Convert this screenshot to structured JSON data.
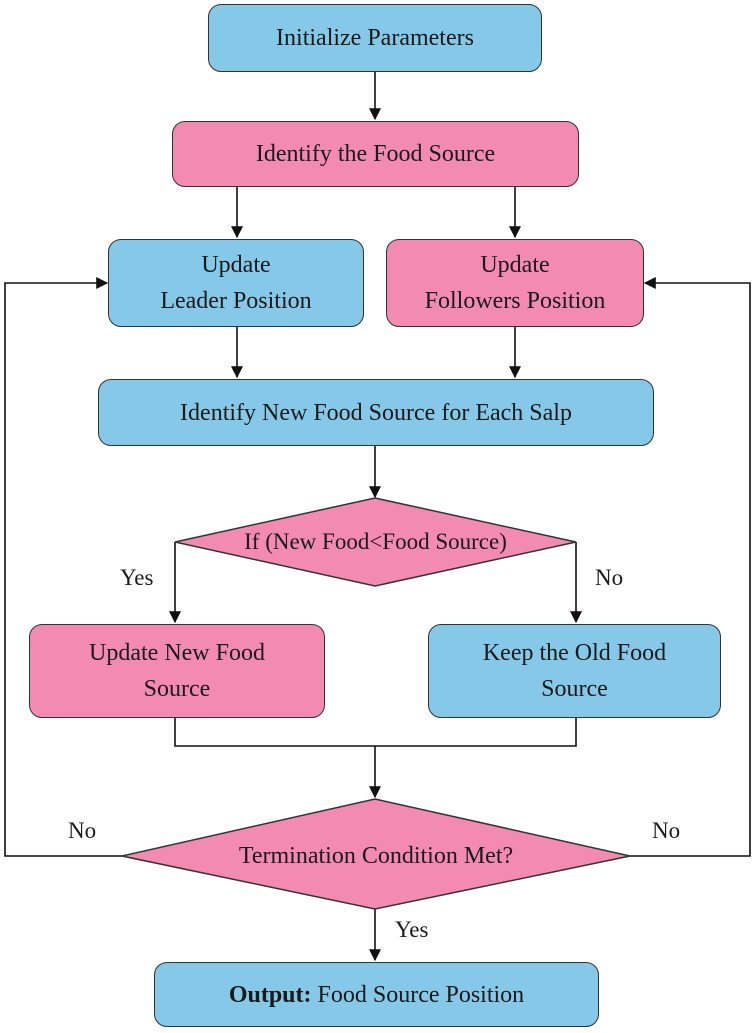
{
  "nodes": {
    "init": "Initialize Parameters",
    "identify": "Identify the Food Source",
    "leader_l1": "Update",
    "leader_l2": "Leader Position",
    "followers_l1": "Update",
    "followers_l2": "Followers Position",
    "new_source": "Identify New Food Source for Each Salp",
    "decision": "If (New Food<Food Source)",
    "update_new_l1": "Update New Food",
    "update_new_l2": "Source",
    "keep_old_l1": "Keep the Old Food",
    "keep_old_l2": "Source",
    "termination": "Termination Condition Met?",
    "output_bold": "Output:",
    "output_rest": " Food Source Position"
  },
  "labels": {
    "decision_yes": "Yes",
    "decision_no": "No",
    "term_no_left": "No",
    "term_no_right": "No",
    "term_yes": "Yes"
  },
  "colors": {
    "blue": "#86c8e8",
    "pink": "#f38bb1",
    "stroke": "#333333"
  }
}
